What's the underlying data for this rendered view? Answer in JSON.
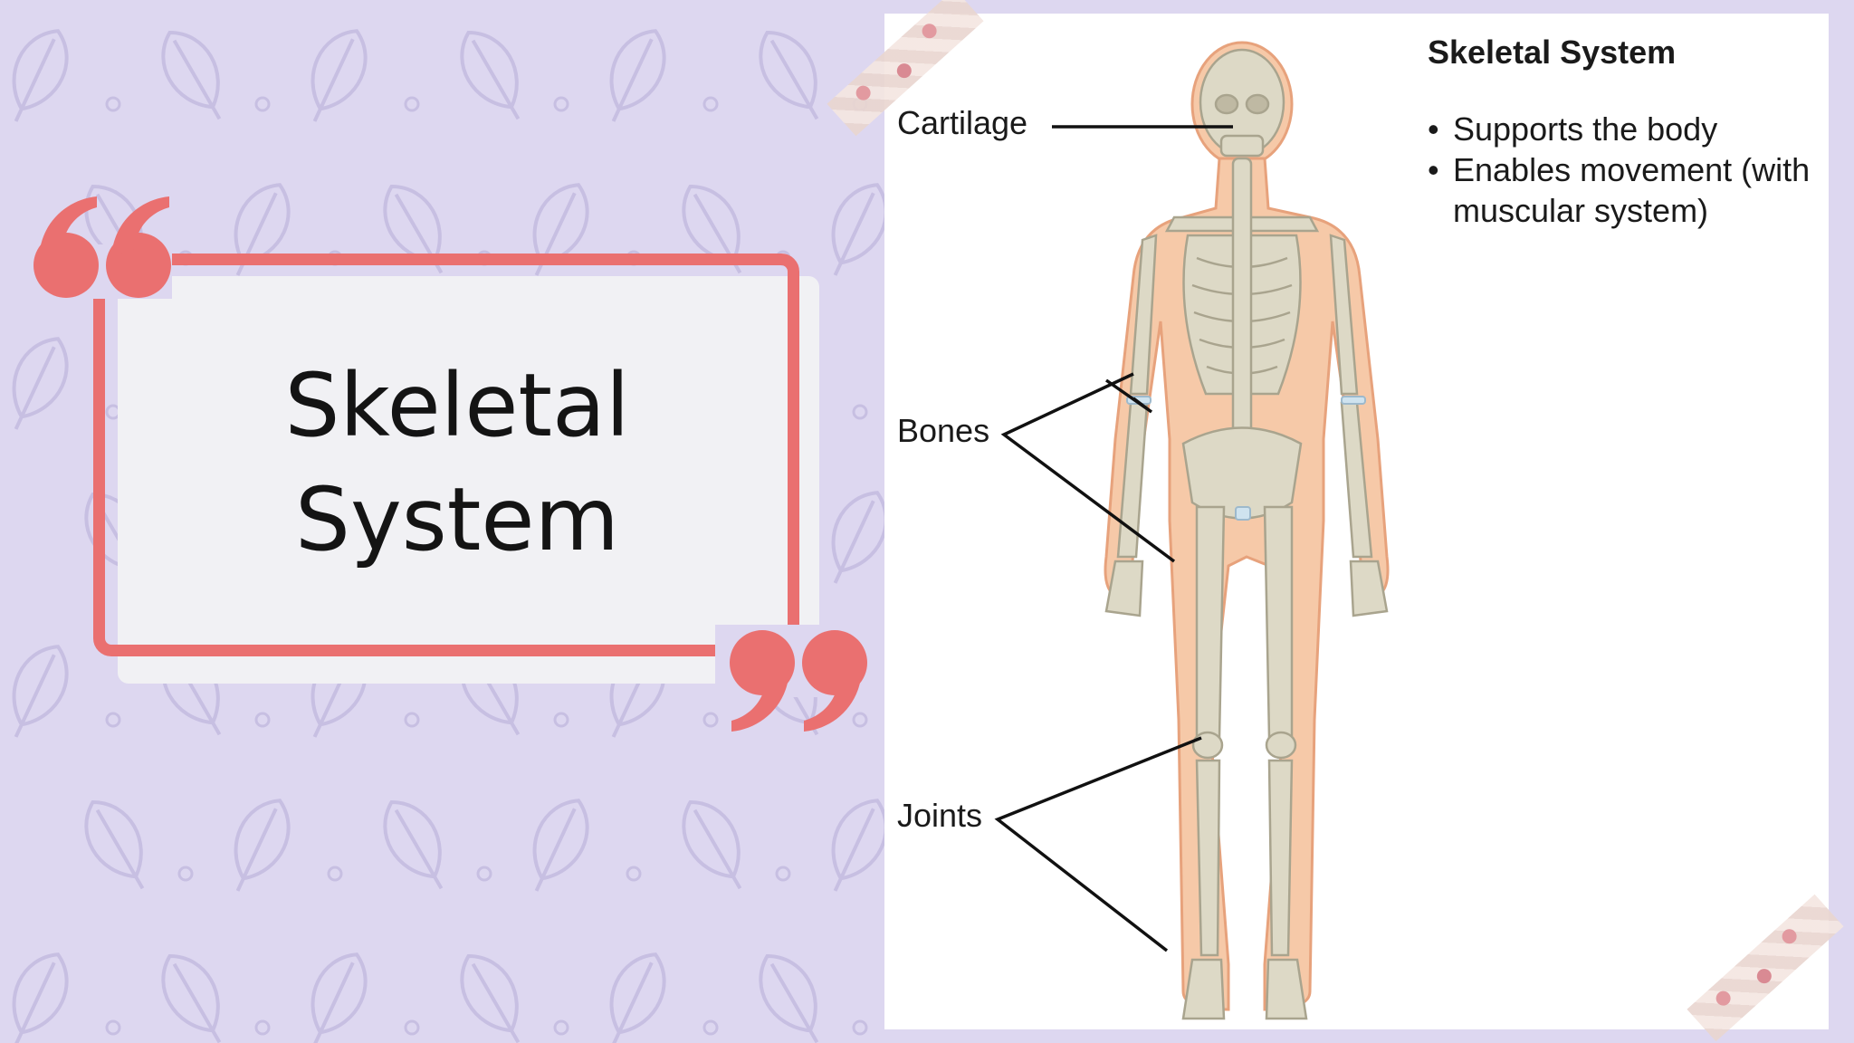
{
  "slide": {
    "title_line1": "Skeletal",
    "title_line2": "System",
    "colors": {
      "background": "#ddd7f0",
      "accent": "#ea7070",
      "card": "#f1f1f4",
      "pattern": "#c7bfe2"
    },
    "decor_icons": [
      "leaf-icon",
      "open-quote-icon",
      "close-quote-icon",
      "washi-tape-icon"
    ]
  },
  "figure": {
    "heading": "Skeletal System",
    "bullets": [
      "Supports the body",
      "Enables movement (with muscular system)"
    ],
    "labels": {
      "cartilage": "Cartilage",
      "bones": "Bones",
      "joints": "Joints"
    }
  }
}
